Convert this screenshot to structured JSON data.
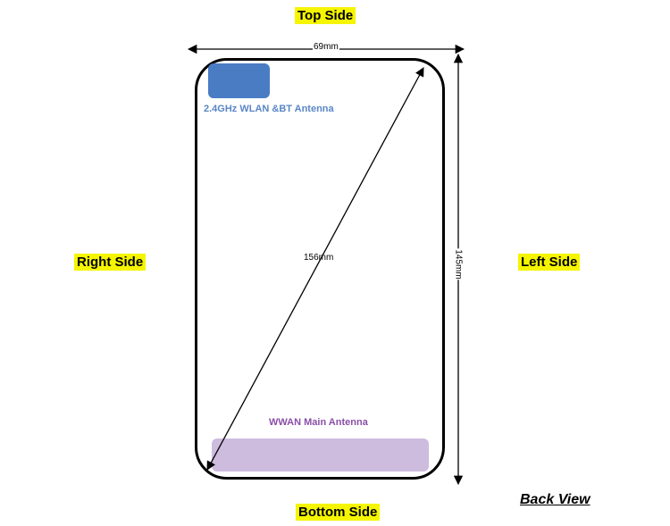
{
  "labels": {
    "top": "Top Side",
    "bottom": "Bottom Side",
    "right": "Right Side",
    "left": "Left Side",
    "view": "Back View"
  },
  "antennas": {
    "wlan": {
      "label": "2.4GHz WLAN &BT Antenna",
      "color": "#4a7cc4"
    },
    "wwan": {
      "label": "WWAN Main Antenna",
      "color": "#cdbcde"
    }
  },
  "dimensions": {
    "width": "69mm",
    "height": "145mm",
    "diagonal": "156mm"
  }
}
